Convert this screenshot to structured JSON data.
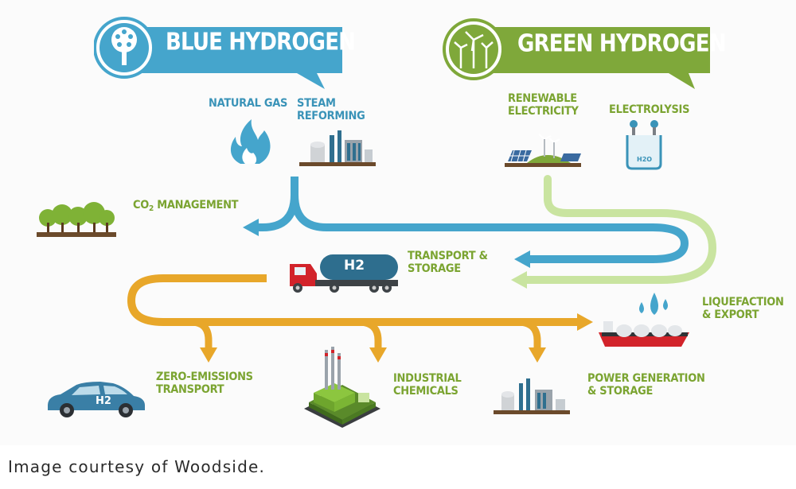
{
  "banners": {
    "blue": {
      "title": "BLUE HYDROGEN",
      "color": "#45a5cc"
    },
    "green": {
      "title": "GREEN HYDROGEN",
      "color": "#7fa83a"
    }
  },
  "labels": {
    "natural_gas": "NATURAL GAS",
    "steam_reforming": [
      "STEAM",
      "REFORMING"
    ],
    "renewable_electricity": [
      "RENEWABLE",
      "ELECTRICITY"
    ],
    "electrolysis": "ELECTROLYSIS",
    "co2_management": {
      "prefix": "CO",
      "sub": "2",
      "suffix": " MANAGEMENT"
    },
    "transport_storage": [
      "TRANSPORT &",
      "STORAGE"
    ],
    "liquefaction_export": [
      "LIQUEFACTION",
      "& EXPORT"
    ],
    "zero_emissions_transport": [
      "ZERO-EMISSIONS",
      "TRANSPORT"
    ],
    "industrial_chemicals": [
      "INDUSTRIAL",
      "CHEMICALS"
    ],
    "power_generation_storage": [
      "POWER GENERATION",
      "& STORAGE"
    ]
  },
  "truck_tank_label": "H2",
  "car_label": "H2",
  "electrolysis_cell_label": "H2O",
  "colors": {
    "blue_flow": "#45a5cc",
    "green_flow": "#c9e4a0",
    "orange_flow": "#e8a72a",
    "truck_cab": "#d2232a",
    "truck_tank": "#2e6e8e",
    "ship_hull": "#d2232a"
  },
  "caption": "Image courtesy of Woodside."
}
